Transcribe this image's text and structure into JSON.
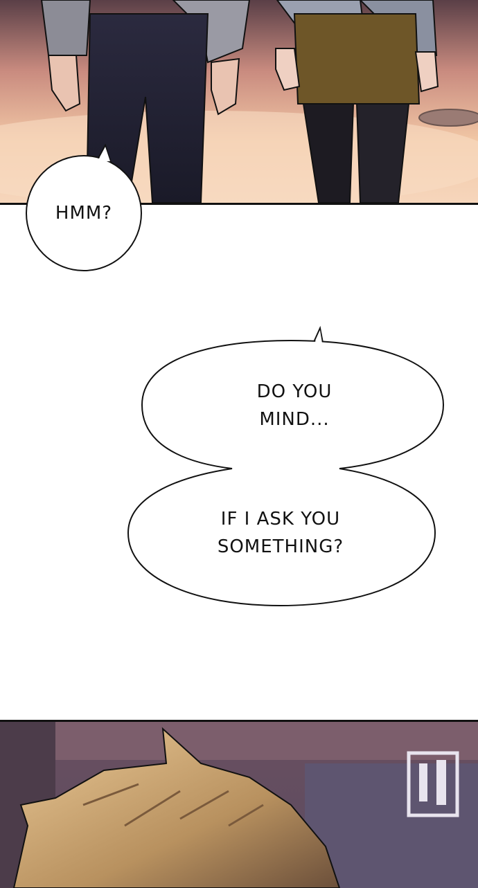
{
  "panels": [
    {
      "scene": "two people in business attire standing at sunset street"
    },
    {
      "scene": "blond-haired man seen from behind, building in background"
    }
  ],
  "bubbles": {
    "hmm": "HMM?",
    "do_you_mind_line1": "DO YOU",
    "do_you_mind_line2": "MIND...",
    "ask_line1": "IF I ASK YOU",
    "ask_line2": "SOMETHING?"
  },
  "colors": {
    "sunset_top": "#6b4a4e",
    "sunset_glow": "#f4c9a4",
    "bubble_fill": "#ffffff",
    "outline": "#111111"
  }
}
